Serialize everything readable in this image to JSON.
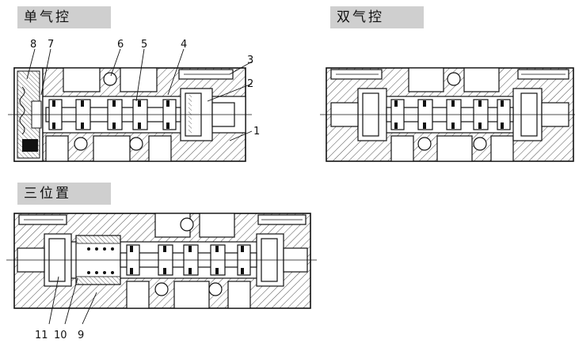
{
  "sections": {
    "single": "单气控",
    "double": "双气控",
    "three": "三位置"
  },
  "callouts": {
    "c1": "1",
    "c2": "2",
    "c3": "3",
    "c4": "4",
    "c5": "5",
    "c6": "6",
    "c7": "7",
    "c8": "8",
    "c9": "9",
    "c10": "10",
    "c11": "11"
  }
}
